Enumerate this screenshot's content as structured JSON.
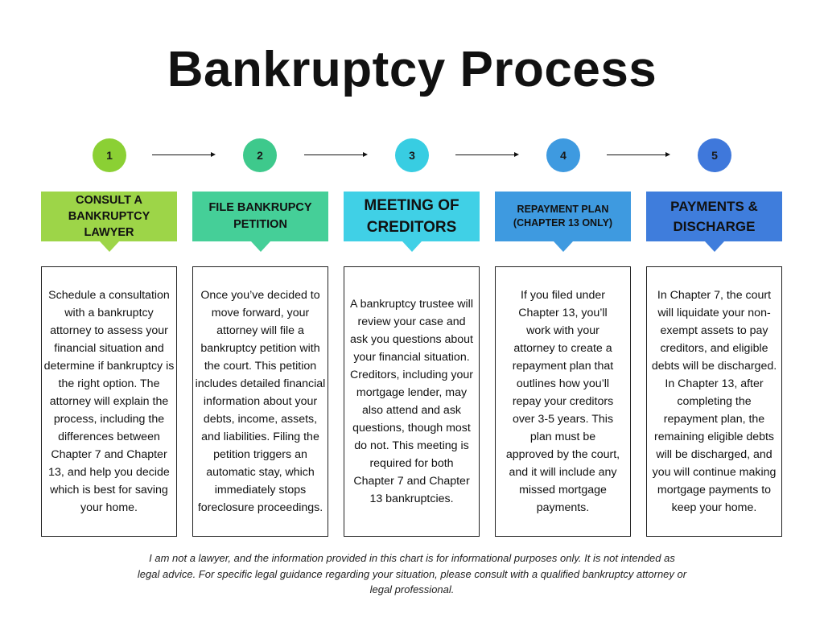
{
  "title": "Bankruptcy Process",
  "steps": [
    {
      "number": "1",
      "circle_color": "#8bd034",
      "header_color": "#9dd548",
      "header": "Consult a bankruptcy lawyer",
      "body": "Schedule a consultation with a bankruptcy attorney to assess your financial situation and determine if bankruptcy is the right option. The attorney will explain the process, including the differences between Chapter 7 and Chapter 13, and help you decide which is best for saving your home."
    },
    {
      "number": "2",
      "circle_color": "#3ec98c",
      "header_color": "#45cf98",
      "header": "File bankrupcy petition",
      "body": "Once you’ve decided to move forward, your attorney will file a bankruptcy petition with the court. This petition includes detailed financial information about your debts, income, assets, and liabilities. Filing the petition triggers an automatic stay, which immediately stops foreclosure proceedings."
    },
    {
      "number": "3",
      "circle_color": "#38cde2",
      "header_color": "#40d0e6",
      "header": "Meeting of creditors",
      "body": "A bankruptcy trustee will review your case and ask you questions about your financial situation. Creditors, including your mortgage lender, may also attend and ask questions, though most do not. This meeting is required for both Chapter 7 and Chapter 13 bankruptcies."
    },
    {
      "number": "4",
      "circle_color": "#3e9ae0",
      "header_color": "#3e9ae0",
      "header": "Repayment plan (Chapter 13 only)",
      "body": "If you filed under Chapter 13, you’ll work with your attorney to create a repayment plan that outlines how you’ll repay your creditors over 3-5 years. This plan must be approved by the court, and it will include any missed mortgage payments."
    },
    {
      "number": "5",
      "circle_color": "#3f78db",
      "header_color": "#3f7ddc",
      "header": "Payments & Discharge",
      "body": "In Chapter 7, the court will liquidate your non-exempt assets to pay creditors, and eligible debts will be discharged.  In Chapter 13, after completing the repayment plan, the remaining eligible debts will be discharged, and you will continue making mortgage payments to keep your home."
    }
  ],
  "disclaimer": "I am not a lawyer, and the information provided in this chart is for informational purposes only. It is not intended as legal advice. For specific legal guidance regarding your situation, please consult with a qualified bankruptcy attorney or legal professional."
}
